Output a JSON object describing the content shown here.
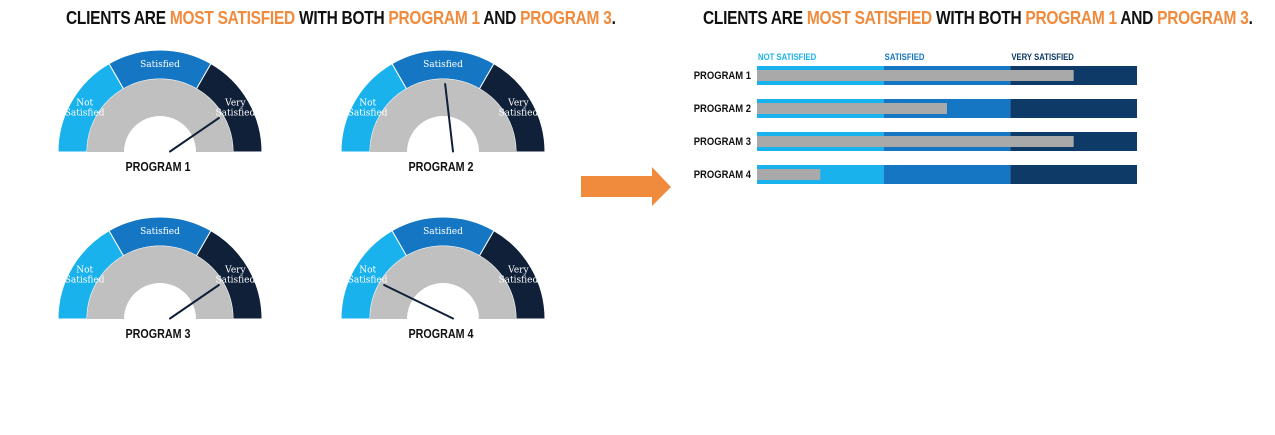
{
  "left_title": {
    "part1": "CLIENTS ARE ",
    "highlight1": "MOST SATISFIED",
    "part2": " WITH BOTH ",
    "highlight2": "PROGRAM 1",
    "part3": " AND ",
    "highlight3": "PROGRAM 3",
    "part4": "."
  },
  "right_title": {
    "part1": "CLIENTS ARE ",
    "highlight1": "MOST SATISFIED",
    "part2": " WITH BOTH ",
    "highlight2": "PROGRAM 1",
    "part3": " AND ",
    "highlight3": "PROGRAM 3",
    "part4": "."
  },
  "colors": {
    "not_satisfied": "#1ab2ec",
    "satisfied": "#1577c4",
    "very_satisfied_gauge": "#0f2038",
    "very_satisfied_bar": "#0d3a66",
    "inner_ring": "#c0c0c0",
    "needle": "#0f2038",
    "bar_value": "#a9a9a9",
    "highlight": "#f08a3c",
    "arrow": "#f08a3c"
  },
  "chart_data": [
    {
      "type": "gauge",
      "title": "",
      "zones": [
        {
          "name": "Not Satisfied",
          "label_lines": [
            "Not",
            "Satisfied"
          ],
          "from": 0,
          "to": 1
        },
        {
          "name": "Satisfied",
          "label_lines": [
            "Satisfied"
          ],
          "from": 1,
          "to": 2
        },
        {
          "name": "Very Satisfied",
          "label_lines": [
            "Very",
            "Satisfied"
          ],
          "from": 2,
          "to": 3
        }
      ],
      "range": [
        0,
        3
      ],
      "gauges": [
        {
          "program": "PROGRAM 1",
          "value": 2.5
        },
        {
          "program": "PROGRAM 2",
          "value": 1.53
        },
        {
          "program": "PROGRAM 3",
          "value": 2.5
        },
        {
          "program": "PROGRAM 4",
          "value": 0.5
        }
      ]
    },
    {
      "type": "bar",
      "orientation": "horizontal",
      "title": "",
      "bands": [
        {
          "label": "NOT SATISFIED",
          "from": 0,
          "to": 1
        },
        {
          "label": "SATISFIED",
          "from": 1,
          "to": 2
        },
        {
          "label": "VERY SATISFIED",
          "from": 2,
          "to": 3
        }
      ],
      "xlim": [
        0,
        3
      ],
      "categories": [
        "PROGRAM 1",
        "PROGRAM 2",
        "PROGRAM 3",
        "PROGRAM 4"
      ],
      "values": [
        2.5,
        1.5,
        2.5,
        0.5
      ]
    }
  ]
}
